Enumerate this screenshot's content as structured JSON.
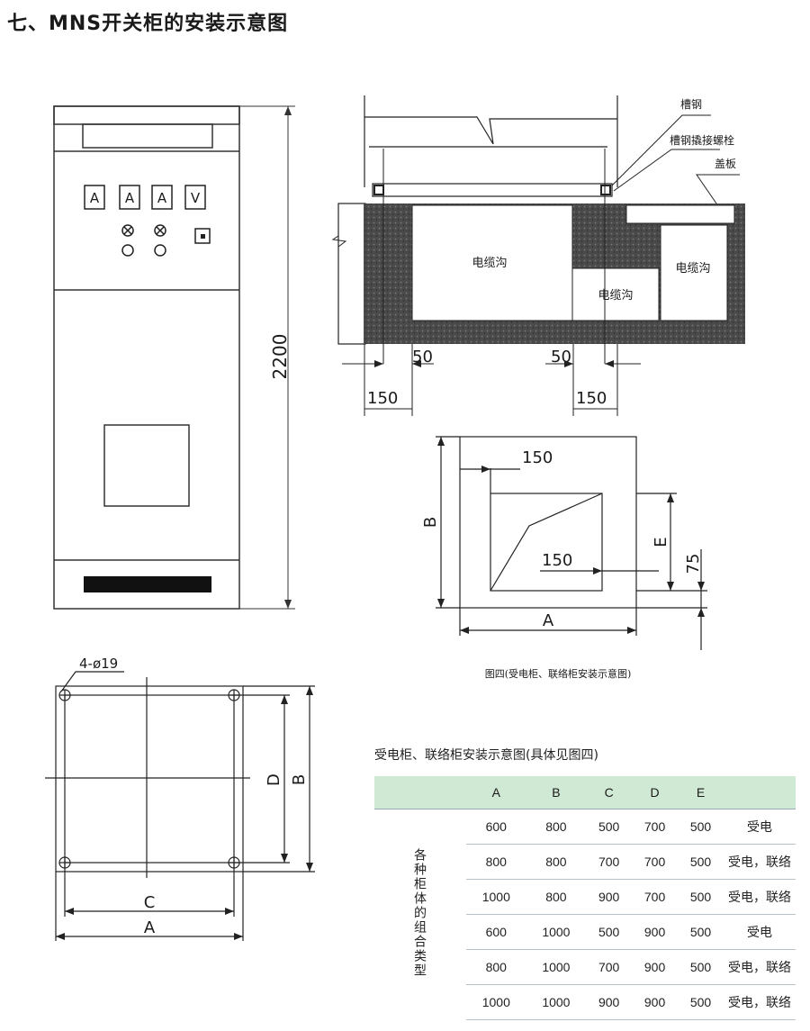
{
  "header": {
    "title": "七、MNS开关柜的安装示意图"
  },
  "cabinet": {
    "indicators": [
      "A",
      "A",
      "A",
      "V"
    ],
    "height_dim": "2200"
  },
  "trench": {
    "labels": {
      "channel_steel": "槽钢",
      "weld_bolt": "槽钢撬接螺栓",
      "cover": "盖板"
    },
    "trench_label": "电缆沟",
    "dims": {
      "d50_left": "50",
      "d50_right": "50",
      "d150_left": "150",
      "d150_right": "150"
    }
  },
  "fig4": {
    "dims": {
      "top150": "150",
      "inner150": "150",
      "B": "B",
      "E": "E",
      "d75": "75",
      "A": "A"
    },
    "caption": "图四(受电柜、联络柜安装示意图)"
  },
  "base": {
    "holes": "4-ø19",
    "dims": {
      "C": "C",
      "A": "A",
      "D": "D",
      "B": "B"
    }
  },
  "table": {
    "title": "受电柜、联络柜安装示意图(具体见图四)",
    "side_label": "各种柜体的组合类型",
    "headers": [
      "",
      "A",
      "B",
      "C",
      "D",
      "E",
      ""
    ],
    "rows": [
      [
        "600",
        "800",
        "500",
        "700",
        "500",
        "受电"
      ],
      [
        "800",
        "800",
        "700",
        "700",
        "500",
        "受电，联络"
      ],
      [
        "1000",
        "800",
        "900",
        "700",
        "500",
        "受电，联络"
      ],
      [
        "600",
        "1000",
        "500",
        "900",
        "500",
        "受电"
      ],
      [
        "800",
        "1000",
        "700",
        "900",
        "500",
        "受电，联络"
      ],
      [
        "1000",
        "1000",
        "900",
        "900",
        "500",
        "受电，联络"
      ]
    ]
  }
}
